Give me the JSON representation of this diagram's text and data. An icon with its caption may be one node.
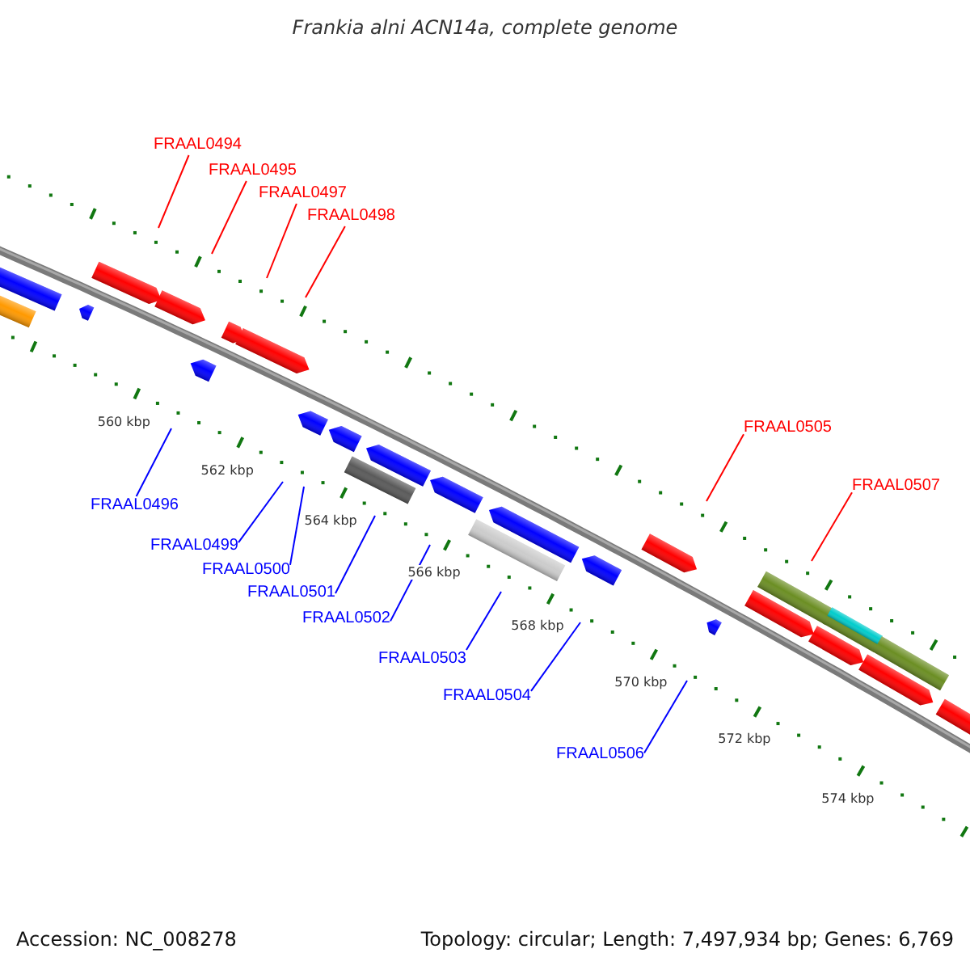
{
  "diagram": {
    "title": "Frankia alni ACN14a, complete genome",
    "nodes": [
      {
        "text": [
          "FRAAL0494"
        ]
      },
      {
        "text": [
          "FRAAL0495"
        ]
      },
      {
        "text": [
          "FRAAL0497"
        ]
      },
      {
        "text": [
          "FRAAL0498"
        ]
      },
      {
        "text": [
          "FRAAL0505"
        ]
      },
      {
        "text": [
          "FRAAL0507"
        ]
      },
      {
        "text": [
          "FRAAL0496"
        ]
      },
      {
        "text": [
          "FRAAL0499"
        ]
      },
      {
        "text": [
          "FRAAL0500"
        ]
      },
      {
        "text": [
          "FRAAL0501"
        ]
      },
      {
        "text": [
          "FRAAL0502"
        ]
      },
      {
        "text": [
          "FRAAL0503"
        ]
      },
      {
        "text": [
          "FRAAL0504"
        ]
      },
      {
        "text": [
          "FRAAL0506"
        ]
      }
    ],
    "edges": [
      {
        "from": 0,
        "to": null,
        "arrow": "none",
        "color": "#ff0000"
      },
      {
        "from": 1,
        "to": null,
        "arrow": "none",
        "color": "#ff0000"
      },
      {
        "from": 2,
        "to": null,
        "arrow": "none",
        "color": "#ff0000"
      },
      {
        "from": 3,
        "to": null,
        "arrow": "none",
        "color": "#ff0000"
      },
      {
        "from": 4,
        "to": null,
        "arrow": "none",
        "color": "#ff0000"
      },
      {
        "from": 5,
        "to": null,
        "arrow": "none",
        "color": "#ff0000"
      },
      {
        "from": 6,
        "to": null,
        "arrow": "none"
      },
      {
        "from": 7,
        "to": null,
        "arrow": "none"
      },
      {
        "from": 8,
        "to": null,
        "arrow": "none"
      },
      {
        "from": 9,
        "to": null,
        "arrow": "none"
      },
      {
        "from": 10,
        "to": null,
        "arrow": "none"
      },
      {
        "from": 11,
        "to": null,
        "arrow": "none"
      },
      {
        "from": 12,
        "to": null,
        "arrow": "none"
      },
      {
        "from": 13,
        "to": null,
        "arrow": "none"
      }
    ],
    "labels": [
      "560 kbp",
      "562 kbp",
      "564 kbp",
      "566 kbp",
      "568 kbp",
      "570 kbp",
      "572 kbp",
      "574 kbp",
      "Accession: NC_008278",
      "Topology: circular; Length: 7,497,934 bp; Genes: 6,769"
    ]
  }
}
